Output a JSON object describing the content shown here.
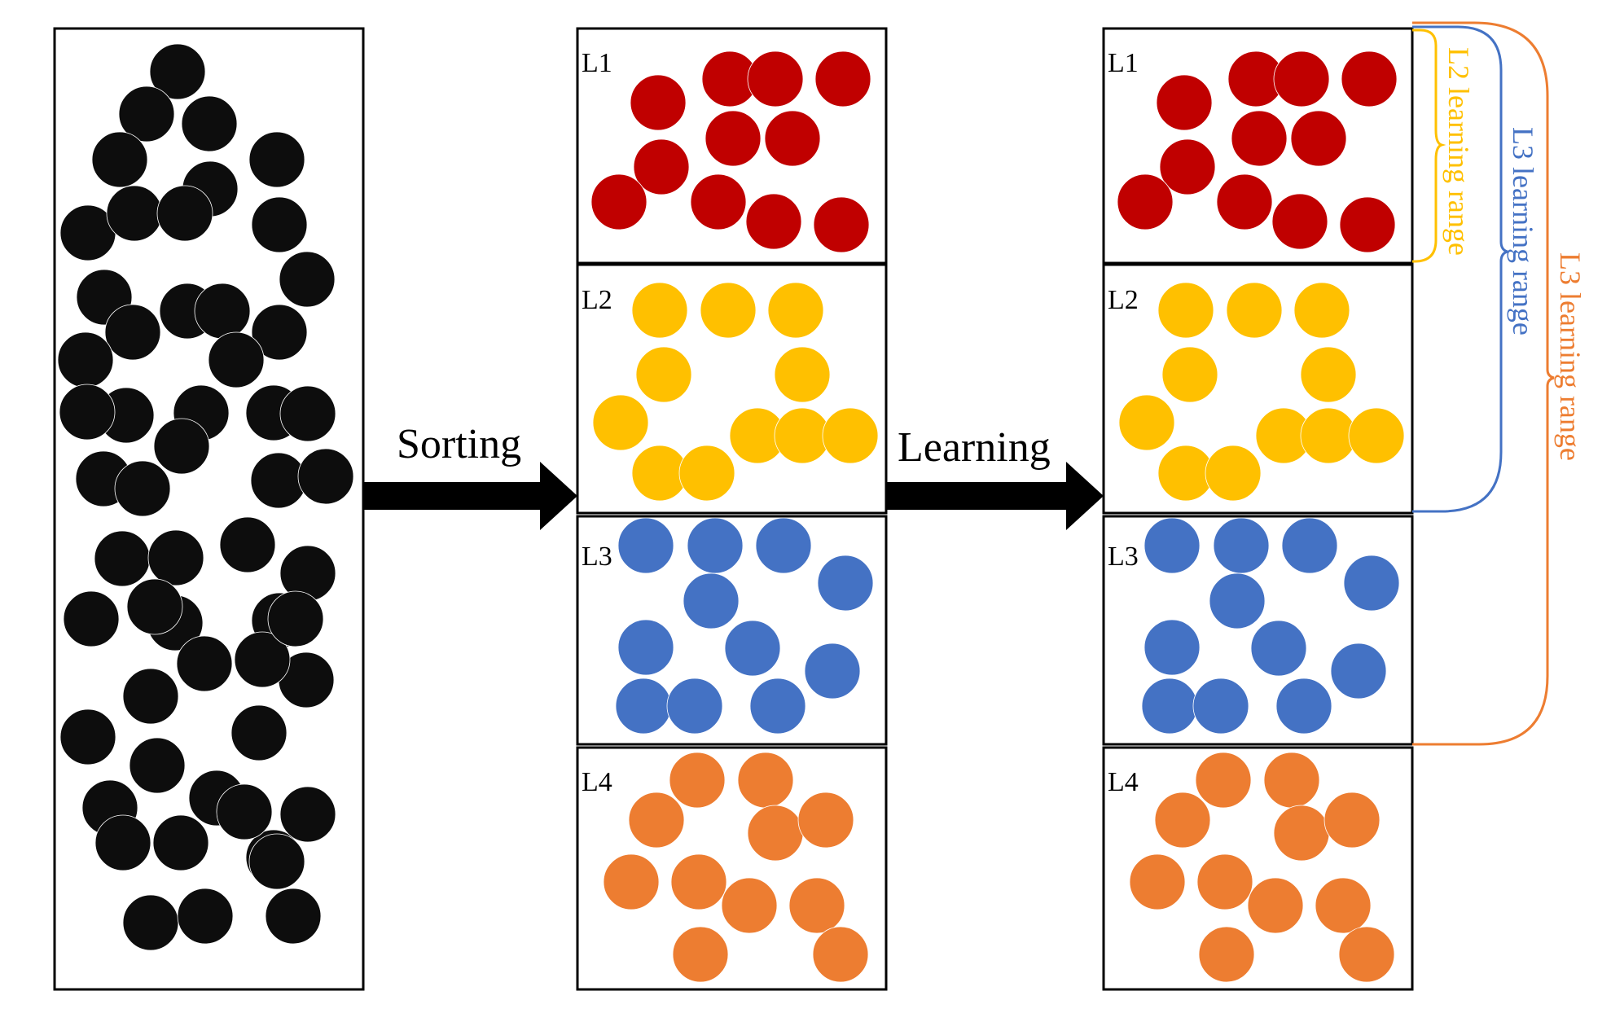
{
  "steps": {
    "sort_label": "Sorting",
    "learn_label": "Learning"
  },
  "level_labels": [
    "L1",
    "L2",
    "L3",
    "L4"
  ],
  "range_labels": {
    "l2": "L2 learning range",
    "l3_blue": "L3 learning range",
    "l3_orange": "L3 learning range"
  },
  "colors": {
    "population": "#0d0d0d",
    "L1": "#c00000",
    "L2": "#ffc000",
    "L3": "#4472c4",
    "L4": "#ed7d31",
    "bracket_l2": "#ffc000",
    "bracket_l3_blue": "#4472c4",
    "bracket_l3_orange": "#ed7d31"
  }
}
